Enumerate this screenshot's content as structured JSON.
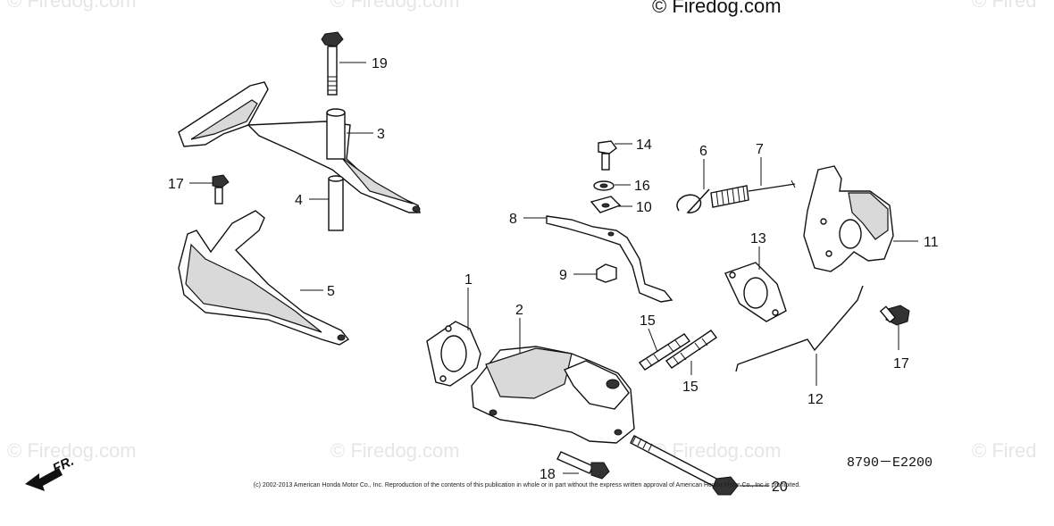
{
  "watermarks": {
    "top_left": "© Firedog.com",
    "top_center": "© Firedog.com",
    "top_right": "© Fired",
    "bottom_left": "© Firedog.com",
    "bottom_center": "© Firedog.com",
    "bottom_mid_right": "© Firedog.com",
    "bottom_right": "© Fired"
  },
  "copyright_main": "© Firedog.com",
  "diagram_code": "8790－E2200",
  "direction_label": "FR.",
  "footer_text": "(c) 2002-2013 American Honda Motor Co., Inc. Reproduction of the contents of this publication in whole or in part without the express written approval of American Honda Motor Co., Inc is prohibited.",
  "callouts": {
    "c1": "1",
    "c2": "2",
    "c3": "3",
    "c4": "4",
    "c5": "5",
    "c6": "6",
    "c7": "7",
    "c8": "8",
    "c9": "9",
    "c10": "10",
    "c11": "11",
    "c12": "12",
    "c13": "13",
    "c14": "14",
    "c15a": "15",
    "c15b": "15",
    "c16": "16",
    "c17a": "17",
    "c17b": "17",
    "c18": "18",
    "c19": "19",
    "c20": "20"
  }
}
